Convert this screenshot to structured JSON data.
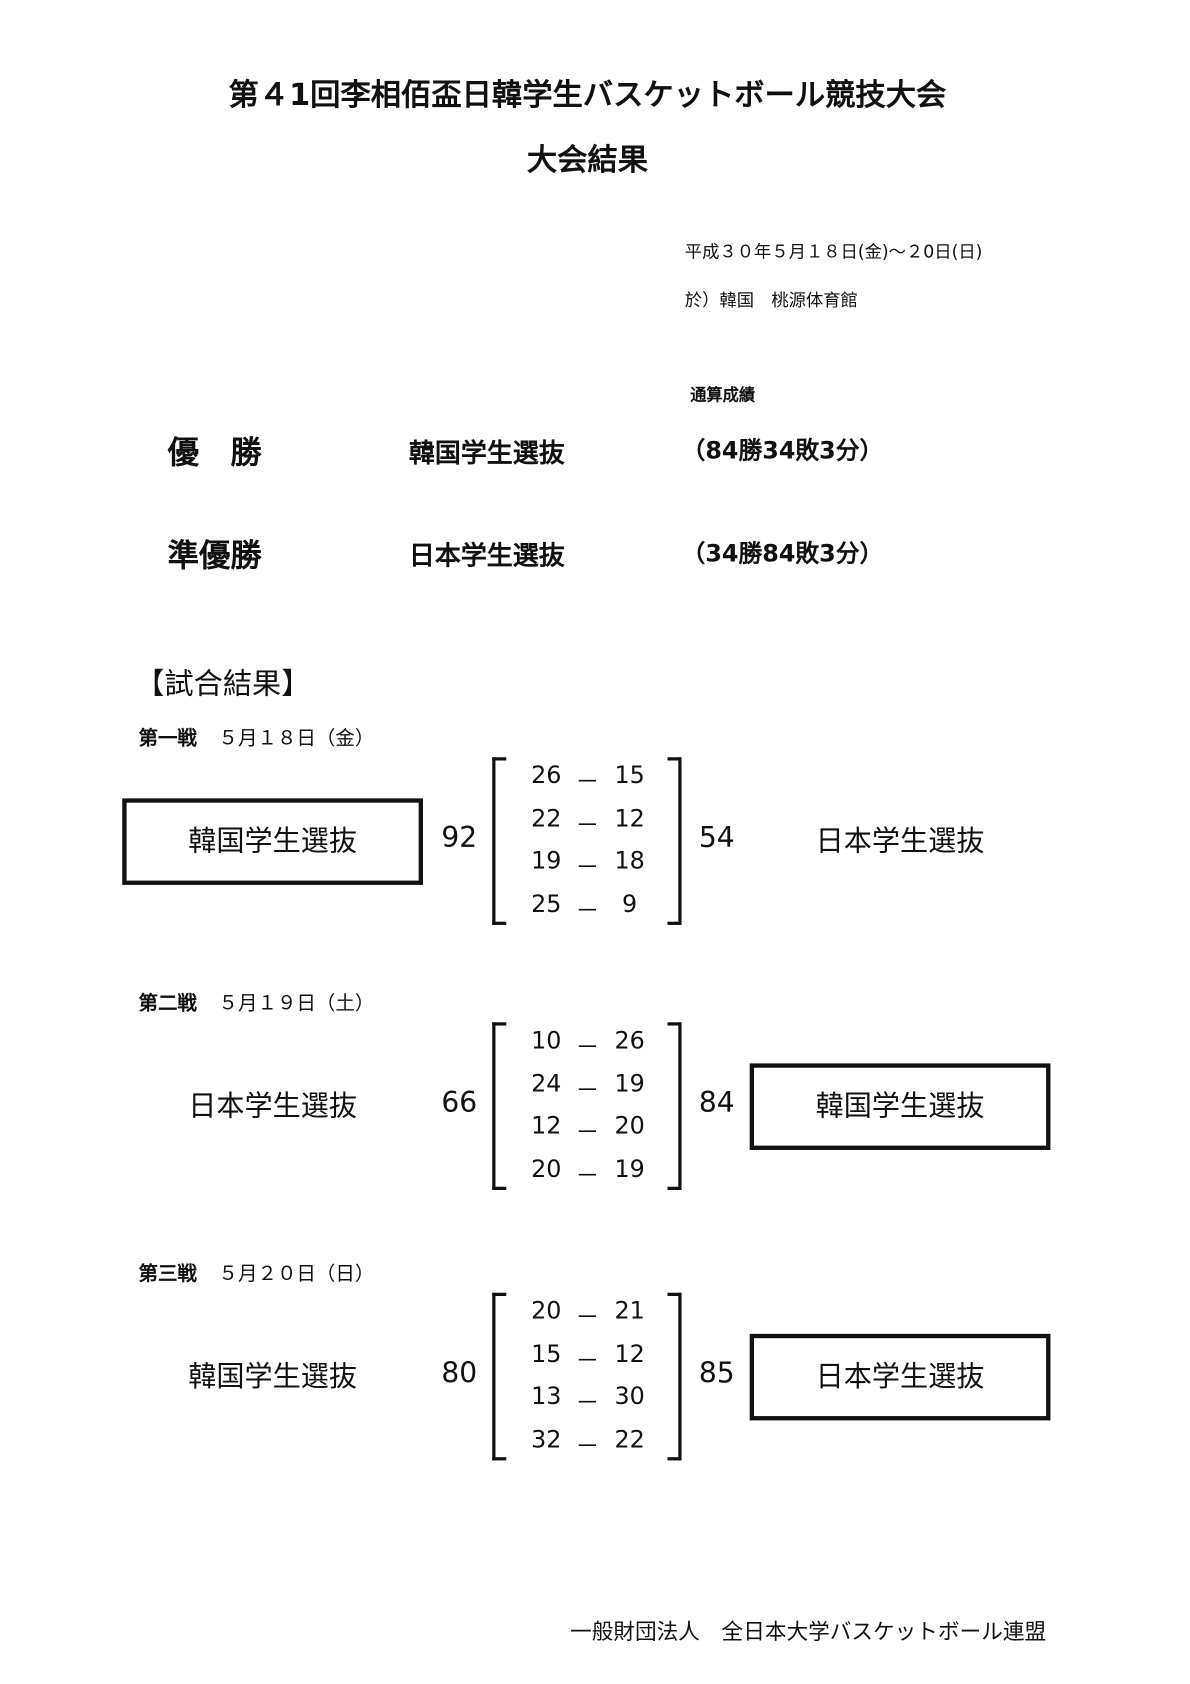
{
  "title": "第４1回李相佰盃日韓学生バスケットボール競技大会",
  "subtitle": "大会結果",
  "date": "平成３０年５月１８日(金)～２0日(日)",
  "venue": "於）韓国　桃源体育館",
  "overall_label": "通算成績",
  "standings": [
    {
      "rank": "優　勝",
      "team": "韓国学生選抜",
      "record": "（84勝34敗3分）"
    },
    {
      "rank": "準優勝",
      "team": "日本学生選抜",
      "record": "（34勝84敗3分）"
    }
  ],
  "results_heading": "【試合結果】",
  "games": [
    {
      "label": "第一戦",
      "date": "５月１８日（金）",
      "left_team": "韓国学生選抜",
      "left_total": "92",
      "right_team": "日本学生選抜",
      "right_total": "54",
      "winner": "left",
      "quarters": [
        [
          "26",
          "15"
        ],
        [
          "22",
          "12"
        ],
        [
          "19",
          "18"
        ],
        [
          "25",
          "9"
        ]
      ]
    },
    {
      "label": "第二戦",
      "date": "５月１９日（土）",
      "left_team": "日本学生選抜",
      "left_total": "66",
      "right_team": "韓国学生選抜",
      "right_total": "84",
      "winner": "right",
      "quarters": [
        [
          "10",
          "26"
        ],
        [
          "24",
          "19"
        ],
        [
          "12",
          "20"
        ],
        [
          "20",
          "19"
        ]
      ]
    },
    {
      "label": "第三戦",
      "date": "５月２０日（日）",
      "left_team": "韓国学生選抜",
      "left_total": "80",
      "right_team": "日本学生選抜",
      "right_total": "85",
      "winner": "right",
      "quarters": [
        [
          "20",
          "21"
        ],
        [
          "15",
          "12"
        ],
        [
          "13",
          "30"
        ],
        [
          "32",
          "22"
        ]
      ]
    }
  ],
  "dash": "－",
  "footer": "一般財団法人　全日本大学バスケットボール連盟"
}
